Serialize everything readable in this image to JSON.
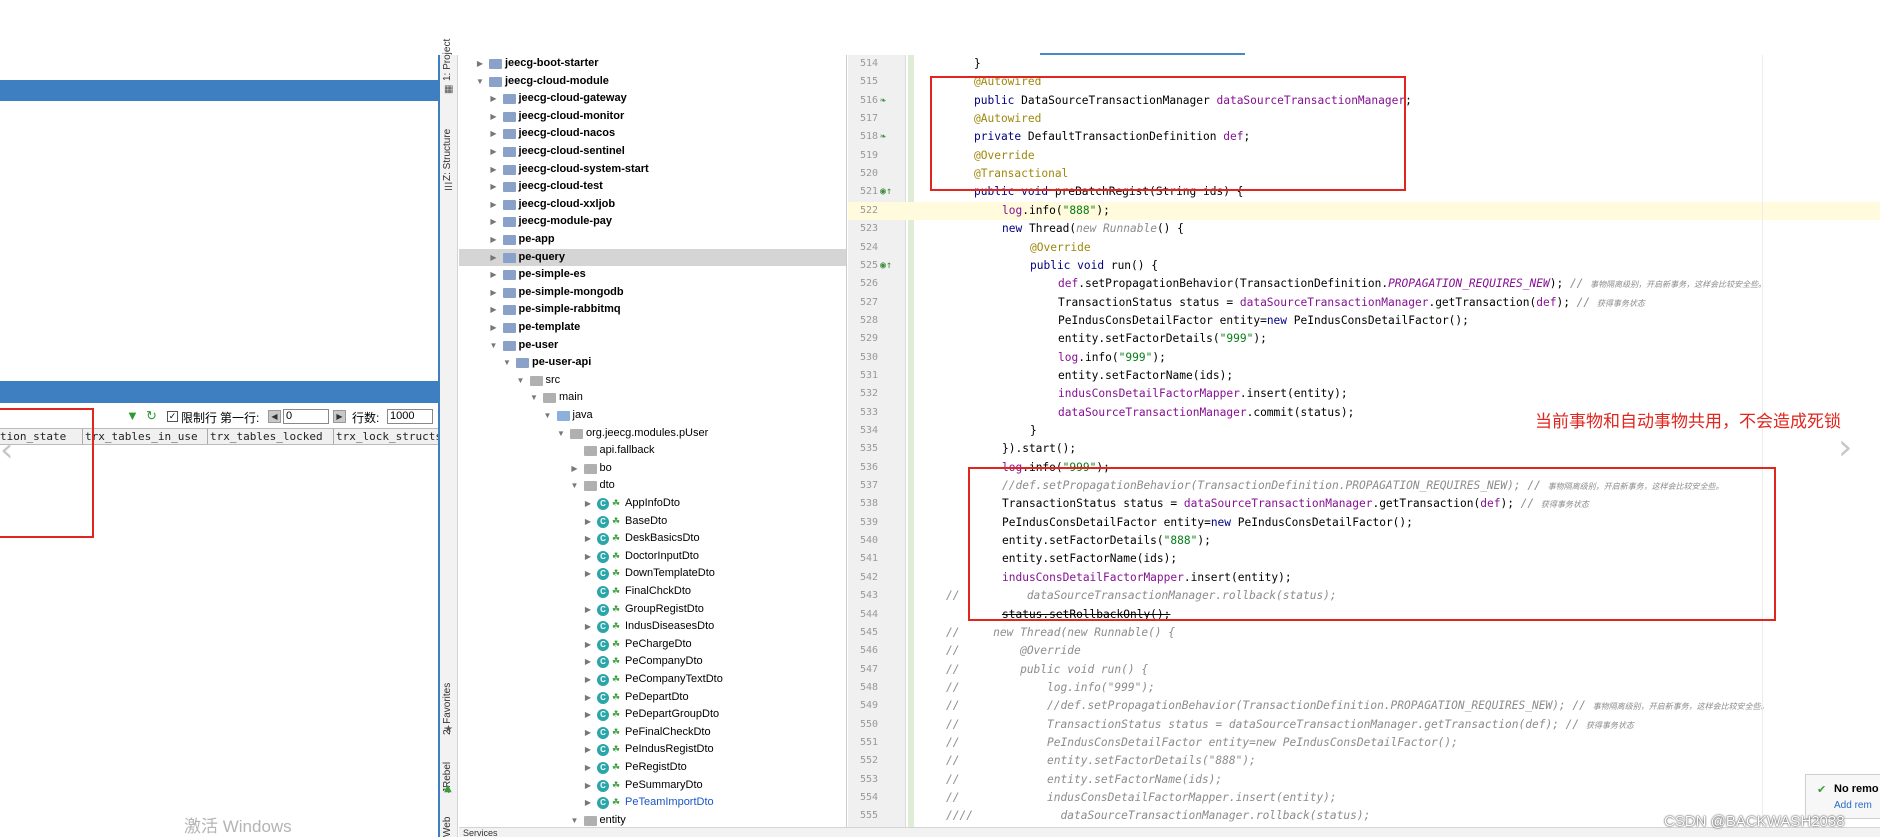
{
  "db_panel": {
    "filter_icon": "filter-icon",
    "refresh_icon": "refresh-icon",
    "limit_rows_label": "限制行",
    "first_row_label": "第一行:",
    "first_row_value": "0",
    "row_count_label": "行数:",
    "row_count_value": "1000",
    "columns": [
      "tion_state",
      "trx_tables_in_use",
      "trx_tables_locked",
      "trx_lock_structs"
    ],
    "watermark": "激活 Windows"
  },
  "tool_strip": {
    "tabs": [
      "1: Project",
      "Z: Structure",
      "2: Favorites",
      "JRebel",
      "Web"
    ]
  },
  "tree": {
    "items": [
      {
        "label": "jeecg-boot-starter",
        "depth": 1,
        "arrow": "right",
        "icon": "module",
        "bold": true
      },
      {
        "label": "jeecg-cloud-module",
        "depth": 1,
        "arrow": "down",
        "icon": "module",
        "bold": true
      },
      {
        "label": "jeecg-cloud-gateway",
        "depth": 2,
        "arrow": "right",
        "icon": "module",
        "bold": true
      },
      {
        "label": "jeecg-cloud-monitor",
        "depth": 2,
        "arrow": "right",
        "icon": "module",
        "bold": true
      },
      {
        "label": "jeecg-cloud-nacos",
        "depth": 2,
        "arrow": "right",
        "icon": "module",
        "bold": true
      },
      {
        "label": "jeecg-cloud-sentinel",
        "depth": 2,
        "arrow": "right",
        "icon": "module",
        "bold": true
      },
      {
        "label": "jeecg-cloud-system-start",
        "depth": 2,
        "arrow": "right",
        "icon": "module",
        "bold": true
      },
      {
        "label": "jeecg-cloud-test",
        "depth": 2,
        "arrow": "right",
        "icon": "module",
        "bold": true
      },
      {
        "label": "jeecg-cloud-xxljob",
        "depth": 2,
        "arrow": "right",
        "icon": "module",
        "bold": true
      },
      {
        "label": "jeecg-module-pay",
        "depth": 2,
        "arrow": "right",
        "icon": "module",
        "bold": true
      },
      {
        "label": "pe-app",
        "depth": 2,
        "arrow": "right",
        "icon": "module",
        "bold": true
      },
      {
        "label": "pe-query",
        "depth": 2,
        "arrow": "right",
        "icon": "module",
        "bold": true,
        "selected": true
      },
      {
        "label": "pe-simple-es",
        "depth": 2,
        "arrow": "right",
        "icon": "module",
        "bold": true
      },
      {
        "label": "pe-simple-mongodb",
        "depth": 2,
        "arrow": "right",
        "icon": "module",
        "bold": true
      },
      {
        "label": "pe-simple-rabbitmq",
        "depth": 2,
        "arrow": "right",
        "icon": "module",
        "bold": true
      },
      {
        "label": "pe-template",
        "depth": 2,
        "arrow": "right",
        "icon": "module",
        "bold": true
      },
      {
        "label": "pe-user",
        "depth": 2,
        "arrow": "down",
        "icon": "module",
        "bold": true
      },
      {
        "label": "pe-user-api",
        "depth": 3,
        "arrow": "down",
        "icon": "module",
        "bold": true
      },
      {
        "label": "src",
        "depth": 4,
        "arrow": "down",
        "icon": "folder"
      },
      {
        "label": "main",
        "depth": 5,
        "arrow": "down",
        "icon": "folder"
      },
      {
        "label": "java",
        "depth": 6,
        "arrow": "down",
        "icon": "src"
      },
      {
        "label": "org.jeecg.modules.pUser",
        "depth": 7,
        "arrow": "down",
        "icon": "folder"
      },
      {
        "label": "api.fallback",
        "depth": 8,
        "arrow": "none",
        "icon": "folder"
      },
      {
        "label": "bo",
        "depth": 8,
        "arrow": "right",
        "icon": "folder"
      },
      {
        "label": "dto",
        "depth": 8,
        "arrow": "down",
        "icon": "folder"
      },
      {
        "label": "AppInfoDto",
        "depth": 9,
        "arrow": "right",
        "icon": "class"
      },
      {
        "label": "BaseDto",
        "depth": 9,
        "arrow": "right",
        "icon": "class"
      },
      {
        "label": "DeskBasicsDto",
        "depth": 9,
        "arrow": "right",
        "icon": "class"
      },
      {
        "label": "DoctorInputDto",
        "depth": 9,
        "arrow": "right",
        "icon": "class"
      },
      {
        "label": "DownTemplateDto",
        "depth": 9,
        "arrow": "right",
        "icon": "class"
      },
      {
        "label": "FinalChckDto",
        "depth": 9,
        "arrow": "none",
        "icon": "class"
      },
      {
        "label": "GroupRegistDto",
        "depth": 9,
        "arrow": "right",
        "icon": "class"
      },
      {
        "label": "IndusDiseasesDto",
        "depth": 9,
        "arrow": "right",
        "icon": "class"
      },
      {
        "label": "PeChargeDto",
        "depth": 9,
        "arrow": "right",
        "icon": "class"
      },
      {
        "label": "PeCompanyDto",
        "depth": 9,
        "arrow": "right",
        "icon": "class"
      },
      {
        "label": "PeCompanyTextDto",
        "depth": 9,
        "arrow": "right",
        "icon": "class"
      },
      {
        "label": "PeDepartDto",
        "depth": 9,
        "arrow": "right",
        "icon": "class"
      },
      {
        "label": "PeDepartGroupDto",
        "depth": 9,
        "arrow": "right",
        "icon": "class"
      },
      {
        "label": "PeFinalCheckDto",
        "depth": 9,
        "arrow": "right",
        "icon": "class"
      },
      {
        "label": "PeIndusRegistDto",
        "depth": 9,
        "arrow": "right",
        "icon": "class"
      },
      {
        "label": "PeRegistDto",
        "depth": 9,
        "arrow": "right",
        "icon": "class"
      },
      {
        "label": "PeSummaryDto",
        "depth": 9,
        "arrow": "right",
        "icon": "class"
      },
      {
        "label": "PeTeamImportDto",
        "depth": 9,
        "arrow": "right",
        "icon": "class",
        "blue": true
      },
      {
        "label": "entity",
        "depth": 8,
        "arrow": "down",
        "icon": "folder"
      }
    ]
  },
  "editor": {
    "lines": [
      {
        "n": "514",
        "ind": 1,
        "t": [
          [
            "plain",
            "}"
          ]
        ]
      },
      {
        "n": "515",
        "ind": 1,
        "t": [
          [
            "ann",
            "@Autowired"
          ]
        ]
      },
      {
        "n": "516",
        "ind": 1,
        "icon": "bean",
        "t": [
          [
            "kw",
            "public "
          ],
          [
            "plain",
            "DataSourceTransactionManager "
          ],
          [
            "field",
            "dataSourceTransactionManager"
          ],
          [
            "plain",
            ";"
          ]
        ]
      },
      {
        "n": "517",
        "ind": 1,
        "t": [
          [
            "ann",
            "@Autowired"
          ]
        ]
      },
      {
        "n": "518",
        "ind": 1,
        "icon": "bean",
        "t": [
          [
            "kw",
            "private "
          ],
          [
            "plain",
            "DefaultTransactionDefinition "
          ],
          [
            "field",
            "def"
          ],
          [
            "plain",
            ";"
          ]
        ]
      },
      {
        "n": "519",
        "ind": 1,
        "t": [
          [
            "ann",
            "@Override"
          ]
        ]
      },
      {
        "n": "520",
        "ind": 1,
        "t": [
          [
            "ann",
            "@Transactional"
          ]
        ]
      },
      {
        "n": "521",
        "ind": 1,
        "icon": "override",
        "t": [
          [
            "kw",
            "public void "
          ],
          [
            "plain",
            "preBatchRegist(String ids) {"
          ]
        ]
      },
      {
        "n": "522",
        "ind": 2,
        "hl": true,
        "t": [
          [
            "field",
            "log"
          ],
          [
            "plain",
            ".info("
          ],
          [
            "str",
            "\"888\""
          ],
          [
            "plain",
            ");"
          ]
        ]
      },
      {
        "n": "523",
        "ind": 2,
        "t": [
          [
            "kw",
            "new "
          ],
          [
            "plain",
            "Thread("
          ],
          [
            "cm",
            "new Runnable"
          ],
          [
            "plain",
            "() {"
          ]
        ]
      },
      {
        "n": "524",
        "ind": 3,
        "t": [
          [
            "ann",
            "@Override"
          ]
        ]
      },
      {
        "n": "525",
        "ind": 3,
        "icon": "override",
        "t": [
          [
            "kw",
            "public void "
          ],
          [
            "plain",
            "run() {"
          ]
        ]
      },
      {
        "n": "526",
        "ind": 4,
        "t": [
          [
            "field",
            "def"
          ],
          [
            "plain",
            ".setPropagationBehavior(TransactionDefinition."
          ],
          [
            "const",
            "PROPAGATION_REQUIRES_NEW"
          ],
          [
            "plain",
            "); "
          ],
          [
            "cm",
            "// "
          ],
          [
            "cn",
            "事物隔离级别，开启新事务，这样会比较安全些。"
          ]
        ]
      },
      {
        "n": "527",
        "ind": 4,
        "t": [
          [
            "plain",
            "TransactionStatus status = "
          ],
          [
            "field",
            "dataSourceTransactionManager"
          ],
          [
            "plain",
            ".getTransaction("
          ],
          [
            "field",
            "def"
          ],
          [
            "plain",
            "); "
          ],
          [
            "cm",
            "// "
          ],
          [
            "cn",
            "获得事务状态"
          ]
        ]
      },
      {
        "n": "528",
        "ind": 4,
        "t": [
          [
            "plain",
            "PeIndusConsDetailFactor entity="
          ],
          [
            "kw",
            "new "
          ],
          [
            "plain",
            "PeIndusConsDetailFactor();"
          ]
        ]
      },
      {
        "n": "529",
        "ind": 4,
        "t": [
          [
            "plain",
            "entity.setFactorDetails("
          ],
          [
            "str",
            "\"999\""
          ],
          [
            "plain",
            ");"
          ]
        ]
      },
      {
        "n": "530",
        "ind": 4,
        "t": [
          [
            "field",
            "log"
          ],
          [
            "plain",
            ".info("
          ],
          [
            "str",
            "\"999\""
          ],
          [
            "plain",
            ");"
          ]
        ]
      },
      {
        "n": "531",
        "ind": 4,
        "t": [
          [
            "plain",
            "entity.setFactorName(ids);"
          ]
        ]
      },
      {
        "n": "532",
        "ind": 4,
        "t": [
          [
            "field",
            "indusConsDetailFactorMapper"
          ],
          [
            "plain",
            ".insert(entity);"
          ]
        ]
      },
      {
        "n": "533",
        "ind": 4,
        "t": [
          [
            "field",
            "dataSourceTransactionManager"
          ],
          [
            "plain",
            ".commit(status);"
          ]
        ]
      },
      {
        "n": "534",
        "ind": 3,
        "t": [
          [
            "plain",
            "}"
          ]
        ]
      },
      {
        "n": "535",
        "ind": 2,
        "t": [
          [
            "plain",
            "}).start();"
          ]
        ]
      },
      {
        "n": "536",
        "ind": 2,
        "t": [
          [
            "field",
            "log"
          ],
          [
            "plain",
            ".info("
          ],
          [
            "str",
            "\"999\""
          ],
          [
            "plain",
            ");"
          ]
        ]
      },
      {
        "n": "537",
        "ind": 2,
        "t": [
          [
            "cm",
            "//def.setPropagationBehavior(TransactionDefinition.PROPAGATION_REQUIRES_NEW); // "
          ],
          [
            "cn",
            "事物隔离级别，开启新事务，这样会比较安全些。"
          ]
        ]
      },
      {
        "n": "538",
        "ind": 2,
        "t": [
          [
            "plain",
            "TransactionStatus status = "
          ],
          [
            "field",
            "dataSourceTransactionManager"
          ],
          [
            "plain",
            ".getTransaction("
          ],
          [
            "field",
            "def"
          ],
          [
            "plain",
            "); "
          ],
          [
            "cm",
            "// "
          ],
          [
            "cn",
            "获得事务状态"
          ]
        ]
      },
      {
        "n": "539",
        "ind": 2,
        "t": [
          [
            "plain",
            "PeIndusConsDetailFactor entity="
          ],
          [
            "kw",
            "new "
          ],
          [
            "plain",
            "PeIndusConsDetailFactor();"
          ]
        ]
      },
      {
        "n": "540",
        "ind": 2,
        "t": [
          [
            "plain",
            "entity.setFactorDetails("
          ],
          [
            "str",
            "\"888\""
          ],
          [
            "plain",
            ");"
          ]
        ]
      },
      {
        "n": "541",
        "ind": 2,
        "t": [
          [
            "plain",
            "entity.setFactorName(ids);"
          ]
        ]
      },
      {
        "n": "542",
        "ind": 2,
        "t": [
          [
            "field",
            "indusConsDetailFactorMapper"
          ],
          [
            "plain",
            ".insert(entity);"
          ]
        ]
      },
      {
        "n": "543",
        "ind": 0,
        "t": [
          [
            "cm",
            "//          dataSourceTransactionManager.rollback(status);"
          ]
        ]
      },
      {
        "n": "544",
        "ind": 2,
        "t": [
          [
            "strike",
            "status.setRollbackOnly();"
          ]
        ]
      },
      {
        "n": "545",
        "ind": 0,
        "t": [
          [
            "cm",
            "//     new Thread(new Runnable() {"
          ]
        ]
      },
      {
        "n": "546",
        "ind": 0,
        "t": [
          [
            "cm",
            "//         @Override"
          ]
        ]
      },
      {
        "n": "547",
        "ind": 0,
        "t": [
          [
            "cm",
            "//         public void run() {"
          ]
        ]
      },
      {
        "n": "548",
        "ind": 0,
        "t": [
          [
            "cm",
            "//             log.info(\"999\");"
          ]
        ]
      },
      {
        "n": "549",
        "ind": 0,
        "t": [
          [
            "cm",
            "//             //def.setPropagationBehavior(TransactionDefinition.PROPAGATION_REQUIRES_NEW); // "
          ],
          [
            "cn",
            "事物隔离级别，开启新事务，这样会比较安全些。"
          ]
        ]
      },
      {
        "n": "550",
        "ind": 0,
        "t": [
          [
            "cm",
            "//             TransactionStatus status = dataSourceTransactionManager.getTransaction(def); // "
          ],
          [
            "cn",
            "获得事务状态"
          ]
        ]
      },
      {
        "n": "551",
        "ind": 0,
        "t": [
          [
            "cm",
            "//             PeIndusConsDetailFactor entity=new PeIndusConsDetailFactor();"
          ]
        ]
      },
      {
        "n": "552",
        "ind": 0,
        "t": [
          [
            "cm",
            "//             entity.setFactorDetails(\"888\");"
          ]
        ]
      },
      {
        "n": "553",
        "ind": 0,
        "t": [
          [
            "cm",
            "//             entity.setFactorName(ids);"
          ]
        ]
      },
      {
        "n": "554",
        "ind": 0,
        "t": [
          [
            "cm",
            "//             indusConsDetailFactorMapper.insert(entity);"
          ]
        ]
      },
      {
        "n": "555",
        "ind": 0,
        "t": [
          [
            "cm",
            "////             dataSourceTransactionManager.rollback(status);"
          ]
        ]
      }
    ],
    "annotation": "当前事物和自动事物共用，不会造成死锁"
  },
  "notification": {
    "title": "No remo",
    "link": "Add rem"
  },
  "status_bar": {
    "label": "Services"
  },
  "watermark_csdn": "CSDN @BACKWASH2038",
  "colors": {
    "accent_blue": "#3d7fc1",
    "annotation_red": "#e0261e"
  }
}
